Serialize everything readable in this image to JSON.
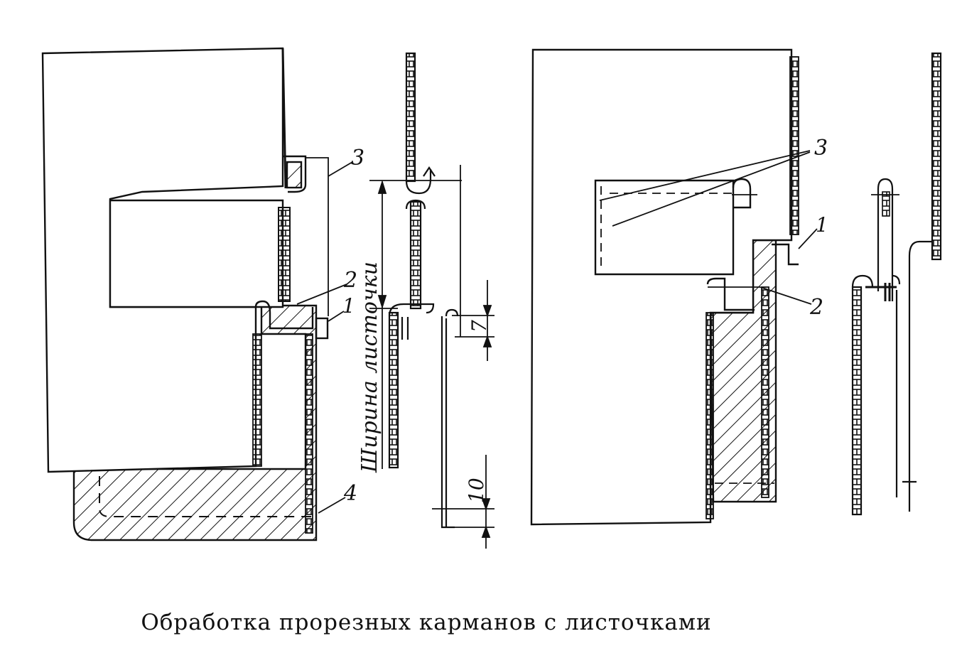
{
  "caption": "Обработка прорезных карманов с листочками",
  "callouts": {
    "left": {
      "n1": "1",
      "n2": "2",
      "n3": "3",
      "n4": "4"
    },
    "right": {
      "n1": "1",
      "n2": "2",
      "n3": "3"
    }
  },
  "dimensions": {
    "width_label": "Ширина листочки",
    "seam_7": "7",
    "seam_10": "10"
  },
  "colors": {
    "ink": "#111111",
    "paper": "#ffffff"
  }
}
